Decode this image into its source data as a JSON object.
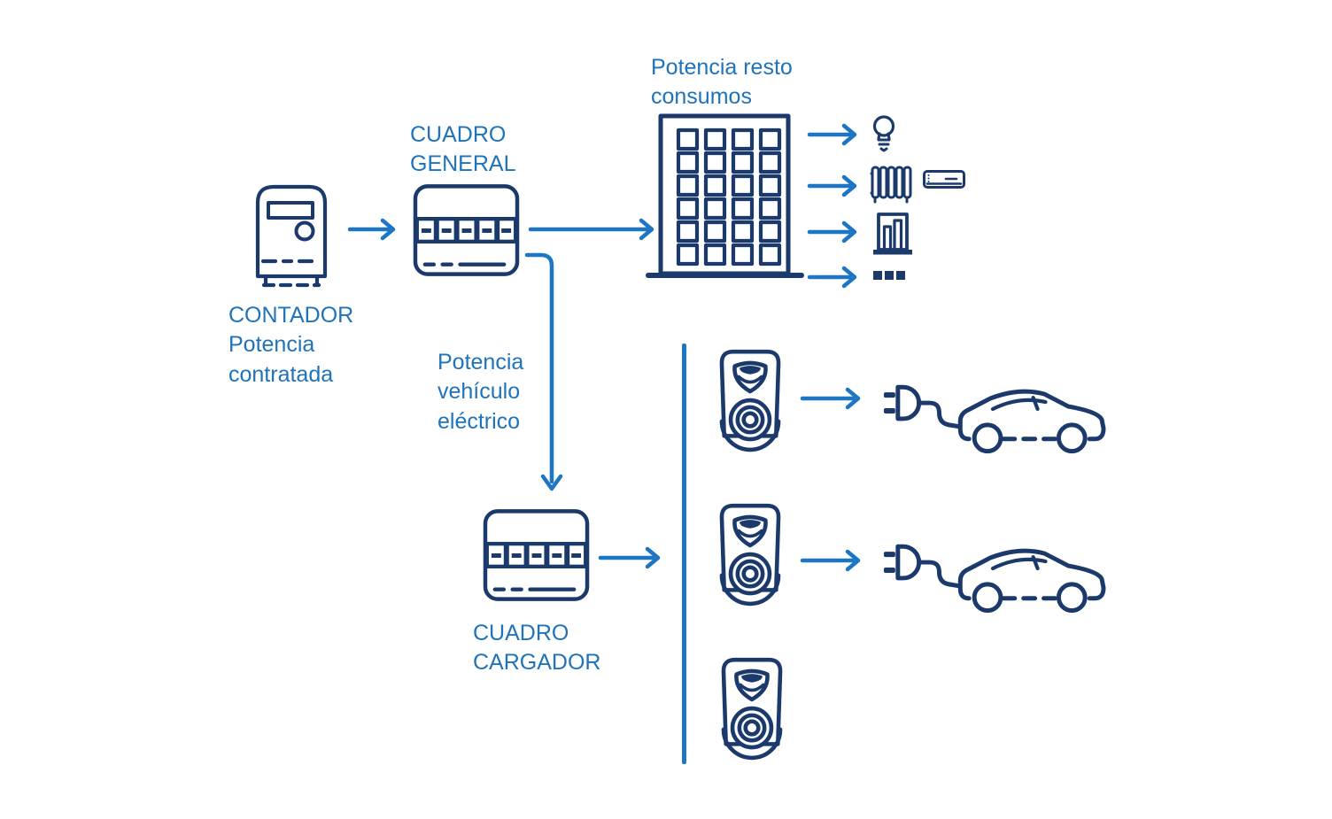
{
  "colors": {
    "icon_navy": "#1b3a6b",
    "accent_blue": "#1d76c4",
    "label_blue": "#1f73ba",
    "background": "#ffffff"
  },
  "labels": {
    "contador_title": "CONTADOR",
    "contador_subtitle": "Potencia contratada",
    "cuadro_general": "CUADRO GENERAL",
    "potencia_resto": "Potencia resto consumos",
    "potencia_vehiculo": "Potencia vehículo eléctrico",
    "cuadro_cargador": "CUADRO CARGADOR"
  },
  "icons": {
    "meter": "electric-meter-icon",
    "panel_general": "distribution-panel-icon",
    "panel_cargador": "charger-panel-icon",
    "building": "building-icon",
    "bulb": "light-bulb-icon",
    "radiator": "radiator-icon",
    "ac": "air-conditioner-icon",
    "elevator": "elevator-icon",
    "more": "ellipsis-icon",
    "charger": "wallbox-charger-icon",
    "car": "electric-car-with-plug-icon",
    "arrow": "flow-arrow-icon"
  },
  "diagram": {
    "charger_count": 3,
    "car_count": 2,
    "building_window_rows": 6,
    "building_window_cols": 4
  }
}
